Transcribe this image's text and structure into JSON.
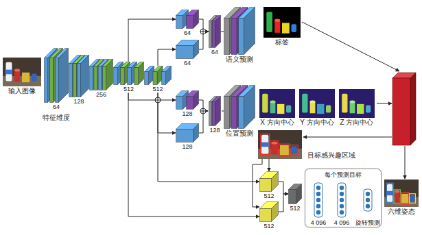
{
  "diagram": {
    "nodes": [
      {
        "text": [
          "输入图像"
        ]
      },
      {
        "text": [
          "64"
        ]
      },
      {
        "text": [
          "128"
        ]
      },
      {
        "text": [
          "256"
        ]
      },
      {
        "text": [
          "512"
        ]
      },
      {
        "text": [
          "512"
        ]
      },
      {
        "text": [
          "64"
        ]
      },
      {
        "text": [
          "64"
        ]
      },
      {
        "text": [
          "64"
        ]
      },
      {
        "text": [
          "语义预测"
        ]
      },
      {
        "text": [
          "标签"
        ]
      },
      {
        "text": [
          "128"
        ]
      },
      {
        "text": [
          "128"
        ]
      },
      {
        "text": [
          "128"
        ]
      },
      {
        "text": [
          "位置预测"
        ]
      },
      {
        "text": [
          "X 方向中心"
        ]
      },
      {
        "text": [
          "Y 方向中心"
        ]
      },
      {
        "text": [
          "Z 方向中心"
        ]
      },
      {
        "text": [
          "目标感兴趣区域"
        ]
      },
      {
        "text": [
          "512"
        ]
      },
      {
        "text": [
          "512"
        ]
      },
      {
        "text": [
          "512"
        ]
      },
      {
        "text": [
          "每个预测目标"
        ]
      },
      {
        "text": [
          "4 096"
        ],
        "in": 22
      },
      {
        "text": [
          "4 096"
        ],
        "in": 22
      },
      {
        "text": [
          "旋转预测"
        ],
        "in": 22
      },
      {
        "text": [
          "六维姿态"
        ]
      }
    ],
    "edges": [
      {
        "from": 4,
        "to": 6,
        "arrow": "to"
      },
      {
        "from": 5,
        "to": 7,
        "arrow": "to"
      },
      {
        "from": 6,
        "to": 8,
        "arrow": "to"
      },
      {
        "from": 7,
        "to": 8,
        "arrow": "to"
      },
      {
        "from": 8,
        "to": 9,
        "arrow": "none"
      },
      {
        "from": 4,
        "to": 11,
        "arrow": "to"
      },
      {
        "from": 5,
        "to": 12,
        "arrow": "to"
      },
      {
        "from": 11,
        "to": 13,
        "arrow": "to"
      },
      {
        "from": 12,
        "to": 13,
        "arrow": "to"
      },
      {
        "from": 13,
        "to": 14,
        "arrow": "none"
      },
      {
        "from": 4,
        "to": 20,
        "arrow": "to"
      },
      {
        "from": 5,
        "to": 19,
        "arrow": "to"
      },
      {
        "from": 18,
        "to": 19,
        "arrow": "to"
      },
      {
        "from": 18,
        "to": 20,
        "arrow": "to"
      },
      {
        "from": 19,
        "to": 21,
        "arrow": "to"
      },
      {
        "from": 20,
        "to": 21,
        "arrow": "to"
      }
    ],
    "labels": [
      "特征维度"
    ]
  }
}
